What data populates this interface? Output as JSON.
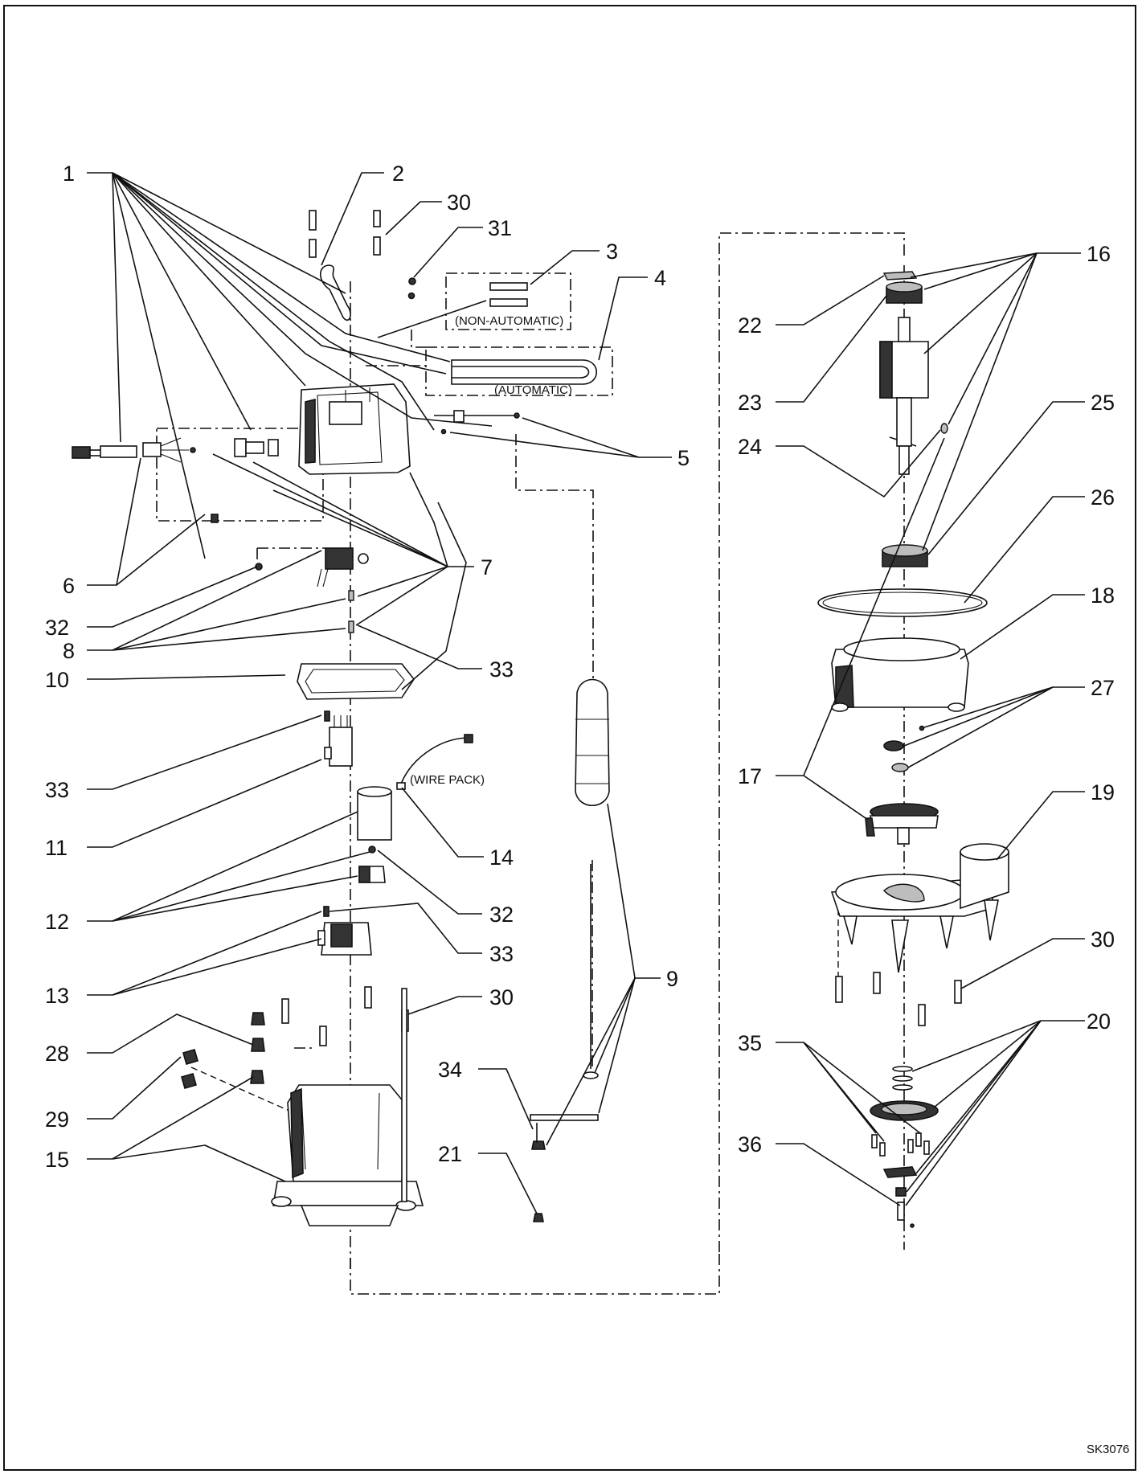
{
  "callouts": {
    "c1": "1",
    "c2": "2",
    "c3": "3",
    "c4": "4",
    "c5": "5",
    "c6": "6",
    "c7": "7",
    "c8": "8",
    "c9": "9",
    "c10": "10",
    "c11": "11",
    "c12": "12",
    "c13": "13",
    "c14": "14",
    "c15": "15",
    "c16": "16",
    "c17": "17",
    "c18": "18",
    "c19": "19",
    "c20": "20",
    "c21": "21",
    "c22": "22",
    "c23": "23",
    "c24": "24",
    "c25": "25",
    "c26": "26",
    "c27": "27",
    "c28": "28",
    "c29": "29",
    "c30a": "30",
    "c30b": "30",
    "c30c": "30",
    "c31": "31",
    "c32a": "32",
    "c32b": "32",
    "c33a": "33",
    "c33b": "33",
    "c33c": "33",
    "c34": "34",
    "c35": "35",
    "c36": "36"
  },
  "notes": {
    "non_automatic": "(NON-AUTOMATIC)",
    "automatic": "(AUTOMATIC)",
    "wire_pack": "(WIRE PACK)"
  },
  "sheet_id": "SK3076"
}
